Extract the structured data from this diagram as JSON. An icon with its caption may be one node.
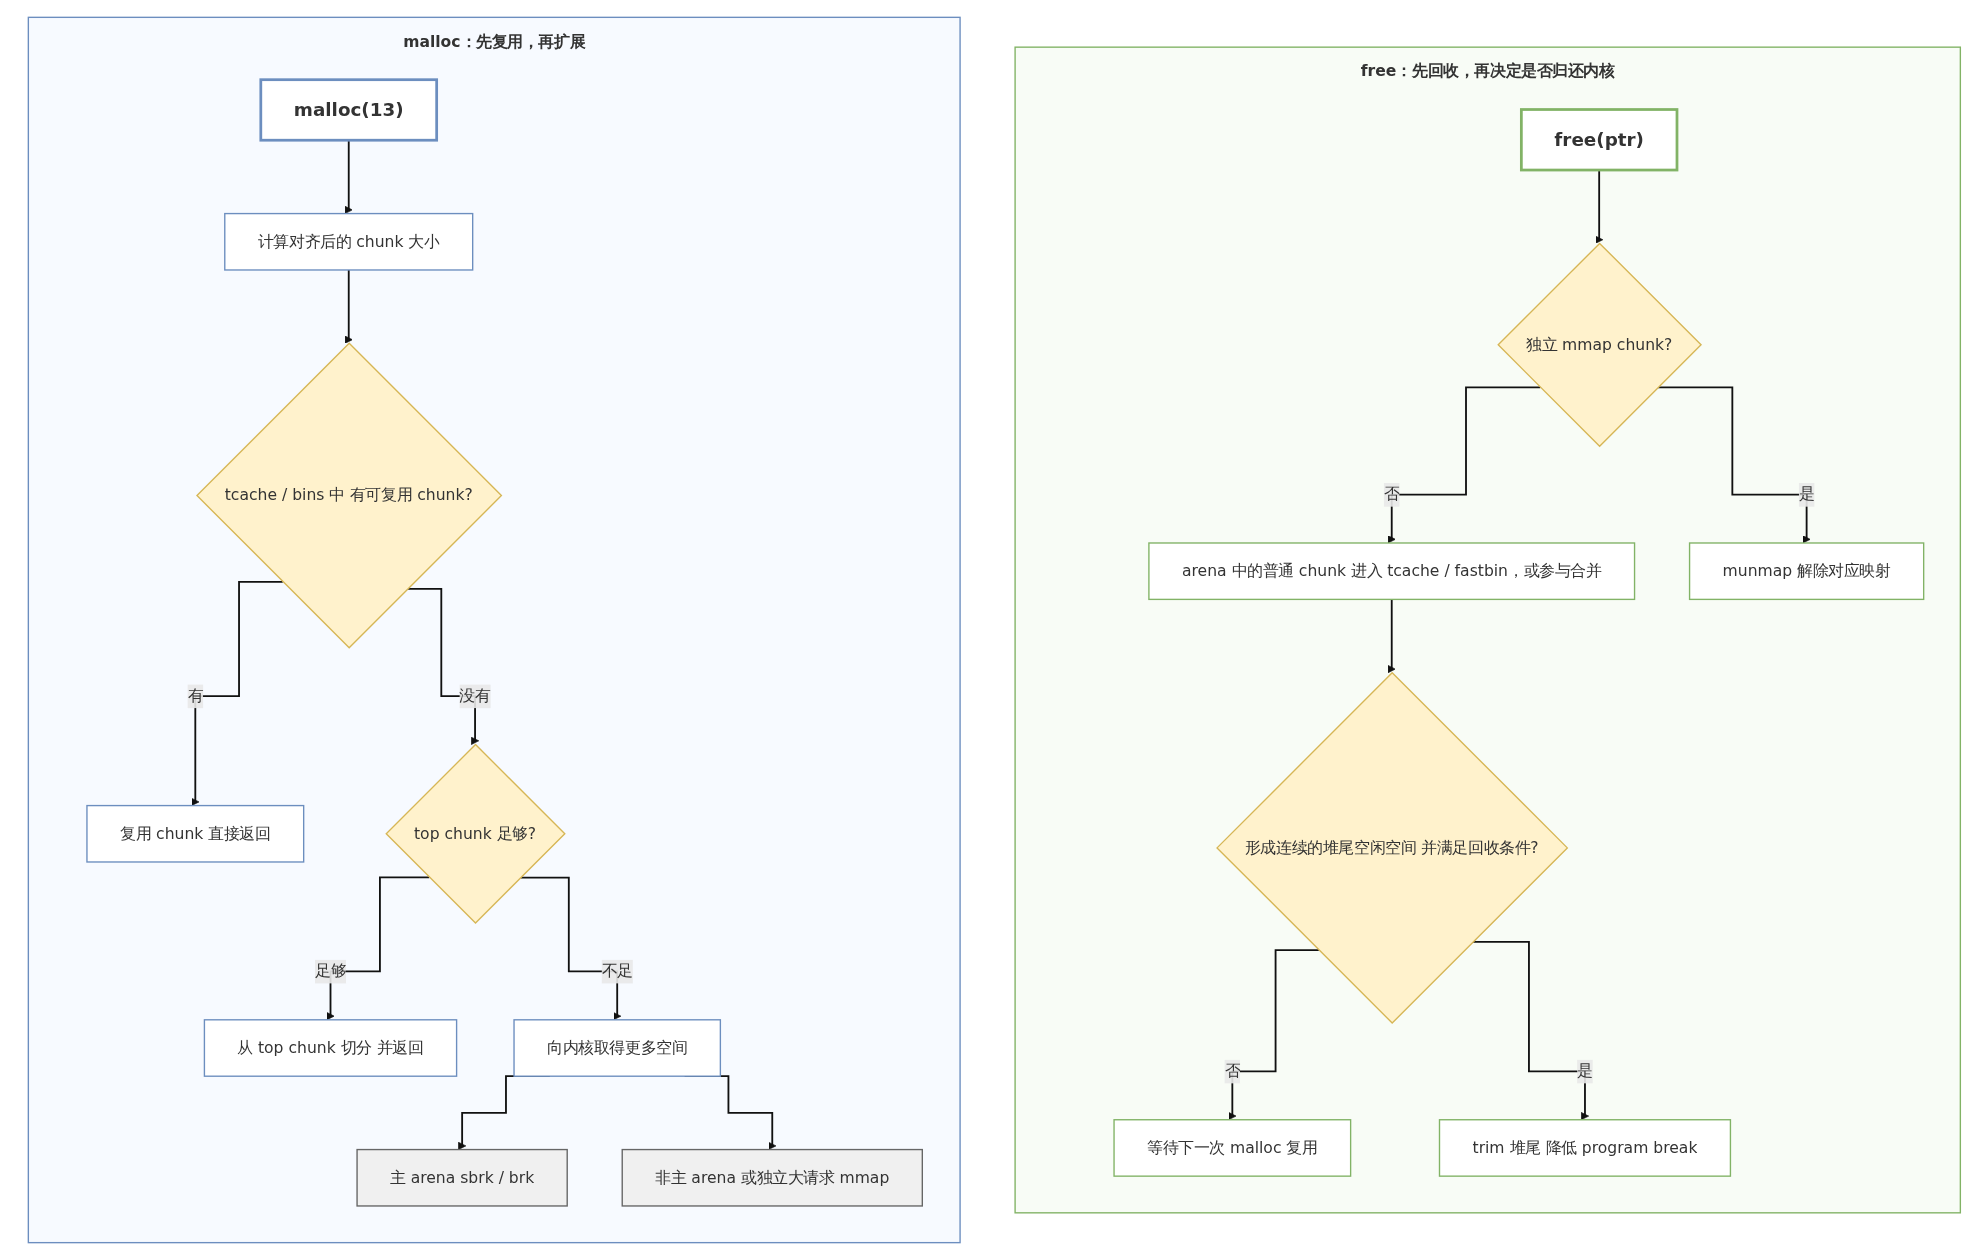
{
  "diagram": {
    "nodes": [
      {
        "text": [
          "malloc：先复用，再扩展"
        ]
      },
      {
        "text": [
          "malloc(13)"
        ],
        "in": 0
      },
      {
        "text": [
          "计算对齐后的 chunk 大小"
        ],
        "in": 0
      },
      {
        "text": [
          "tcache / bins 中 有可复用 chunk?"
        ],
        "in": 0
      },
      {
        "text": [
          "复用 chunk 直接返回"
        ],
        "in": 0
      },
      {
        "text": [
          "top chunk 足够?"
        ],
        "in": 0
      },
      {
        "text": [
          "从 top chunk 切分 并返回"
        ],
        "in": 0
      },
      {
        "text": [
          "向内核取得更多空间"
        ],
        "in": 0
      },
      {
        "text": [
          "主 arena sbrk / brk"
        ],
        "in": 0
      },
      {
        "text": [
          "非主 arena 或独立大请求 mmap"
        ],
        "in": 0
      },
      {
        "text": [
          "free：先回收，再决定是否归还内核"
        ]
      },
      {
        "text": [
          "free(ptr)"
        ],
        "in": 10
      },
      {
        "text": [
          "独立 mmap chunk?"
        ],
        "in": 10
      },
      {
        "text": [
          "arena 中的普通 chunk 进入 tcache / fastbin，或参与合并"
        ],
        "in": 10
      },
      {
        "text": [
          "munmap 解除对应映射"
        ],
        "in": 10
      },
      {
        "text": [
          "形成连续的堆尾空闲空间 并满足回收条件?"
        ],
        "in": 10
      },
      {
        "text": [
          "等待下一次 malloc 复用"
        ],
        "in": 10
      },
      {
        "text": [
          "trim 堆尾 降低 program break"
        ],
        "in": 10
      }
    ],
    "edges": [
      {
        "from": 1,
        "to": 2,
        "arrow": "to"
      },
      {
        "from": 2,
        "to": 3,
        "arrow": "to"
      },
      {
        "from": 3,
        "to": 4,
        "label": "有",
        "arrow": "to"
      },
      {
        "from": 3,
        "to": 5,
        "label": "没有",
        "arrow": "to"
      },
      {
        "from": 5,
        "to": 6,
        "label": "足够",
        "arrow": "to"
      },
      {
        "from": 5,
        "to": 7,
        "label": "不足",
        "arrow": "to"
      },
      {
        "from": 7,
        "to": 8,
        "arrow": "to"
      },
      {
        "from": 7,
        "to": 9,
        "arrow": "to"
      },
      {
        "from": 11,
        "to": 12,
        "arrow": "to"
      },
      {
        "from": 12,
        "to": 13,
        "label": "否",
        "arrow": "to"
      },
      {
        "from": 12,
        "to": 14,
        "label": "是",
        "arrow": "to"
      },
      {
        "from": 13,
        "to": 15,
        "arrow": "to"
      },
      {
        "from": 15,
        "to": 16,
        "label": "否",
        "arrow": "to"
      },
      {
        "from": 15,
        "to": 17,
        "label": "是",
        "arrow": "to"
      }
    ]
  }
}
